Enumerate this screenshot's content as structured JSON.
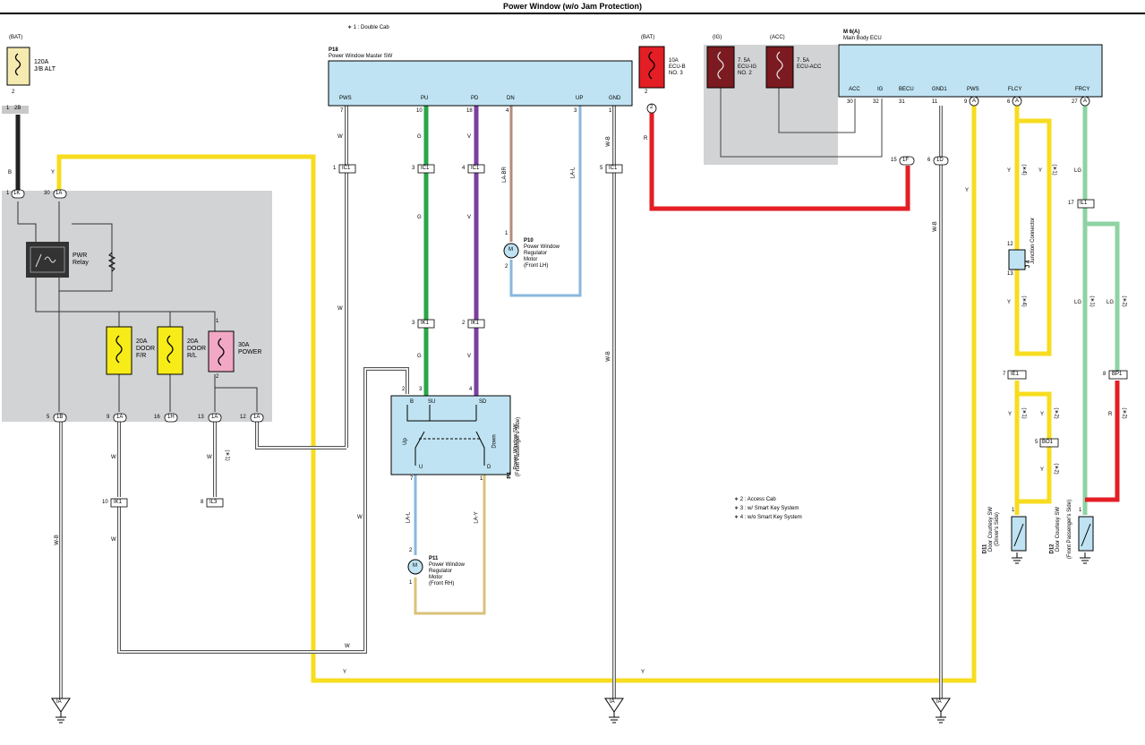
{
  "title": "Power Window (w/o Jam Protection)",
  "notes": {
    "n1": "∗ 1 : Double Cab",
    "n2": "∗ 2 : Access Cab",
    "n3": "∗ 3 : w/ Smart Key System",
    "n4": "∗ 4 : w/o Smart Key System"
  },
  "fuse_alt": {
    "source": "(BAT)",
    "l1": "120A",
    "l2": "J/B ALT",
    "pin": "2",
    "conn_pin": "1",
    "conn": "2B"
  },
  "relay": {
    "l1": "PWR",
    "l2": "Relay",
    "pin_l": "1",
    "conn_l": "1K",
    "pin_r": "30",
    "conn_r": "1A"
  },
  "jb_fuses": {
    "f1": {
      "l1": "20A",
      "l2": "DOOR",
      "l3": "F/R"
    },
    "f2": {
      "l1": "20A",
      "l2": "DOOR",
      "l3": "R/L"
    },
    "f3": {
      "l1": "30A",
      "l2": "POWER",
      "pin_top": "1",
      "pin_bot": "2"
    }
  },
  "jb_bottom": [
    {
      "pin": "5",
      "conn": "1B"
    },
    {
      "pin": "9",
      "conn": "1A"
    },
    {
      "pin": "16",
      "conn": "1H"
    },
    {
      "pin": "13",
      "conn": "1A"
    },
    {
      "pin": "12",
      "conn": "1A"
    }
  ],
  "master_sw": {
    "id": "P18",
    "name": "Power Window Master SW",
    "terms": [
      "PWS",
      "PU",
      "PD",
      "DN",
      "UP",
      "GND"
    ],
    "pins": [
      "7",
      "10",
      "18",
      "4",
      "3",
      "1"
    ]
  },
  "ic1": [
    {
      "pin": "1",
      "conn": "IC1"
    },
    {
      "pin": "3",
      "conn": "IC1"
    },
    {
      "pin": "4",
      "conn": "IC1"
    },
    {
      "pin": "5",
      "conn": "IC1"
    }
  ],
  "ik1": [
    {
      "pin": "3",
      "conn": "IK1"
    },
    {
      "pin": "2",
      "conn": "IK1"
    },
    {
      "pin": "10",
      "conn": "IK1"
    }
  ],
  "il3": {
    "pin": "8",
    "conn": "IL3"
  },
  "wire_colors": {
    "w": "W",
    "g": "G",
    "v": "V",
    "labr": "LA-BR",
    "lal": "LA-L",
    "wb": "W-B",
    "r": "R",
    "y": "Y",
    "lg": "LG",
    "lay": "LA-Y",
    "b": "B"
  },
  "motor_p10": {
    "id": "P10",
    "l1": "Power Window",
    "l2": "Regulator",
    "l3": "Motor",
    "l4": "(Front LH)",
    "m": "M",
    "pin_top": "1",
    "pin_bot": "2"
  },
  "motor_p11": {
    "id": "P11",
    "l1": "Power Window",
    "l2": "Regulator",
    "l3": "Motor",
    "l4": "(Front RH)",
    "m": "M",
    "pin_top": "2",
    "pin_bot": "1"
  },
  "pass_sw": {
    "id": "P4",
    "l1": "Power Window SW",
    "l2": "(Front Passenger's Side)",
    "terms": [
      "B",
      "SU",
      "SD",
      "U",
      "D"
    ],
    "up": "Up",
    "down": "Down",
    "pins": [
      "2",
      "3",
      "4",
      "7",
      "1"
    ]
  },
  "ecub_fuse": {
    "source": "(BAT)",
    "l1": "10A",
    "l2": "ECU-B",
    "l3": "NO. 3",
    "pin": "2",
    "conn": "2"
  },
  "ig_fuse": {
    "source": "(IG)",
    "l1": "7. 5A",
    "l2": "ECU-IG",
    "l3": "NO. 2"
  },
  "acc_fuse": {
    "source": "(ACC)",
    "l1": "7. 5A",
    "l2": "ECU-ACC"
  },
  "ecu": {
    "id": "M 6(A)",
    "name": "Main Body ECU",
    "terms": [
      "ACC",
      "IG",
      "BECU",
      "GND1",
      "PWS",
      "FLCY",
      "FRCY"
    ],
    "pins": [
      "30",
      "32",
      "31",
      "11",
      "9",
      "6",
      "27"
    ],
    "conn": "A"
  },
  "ecu_conn": {
    "becu_pin": "15",
    "becu_conn": "1F",
    "gnd_pin": "6",
    "gnd_conn": "1D"
  },
  "junction": {
    "id": "J 4",
    "name": "Junction Connector",
    "pin_top": "12",
    "pin_bot": "13"
  },
  "ie1": {
    "pin": "7",
    "conn": "IE1"
  },
  "bo1": {
    "pin": "5",
    "conn": "BO1"
  },
  "il1": {
    "pin": "17",
    "conn": "IL1"
  },
  "bp1": {
    "pin": "8",
    "conn": "BP1"
  },
  "variants": {
    "v1": "(∗1)",
    "v2": "(∗2)",
    "v4": "(∗4)"
  },
  "d11": {
    "id": "D11",
    "l1": "Door Courtesy SW",
    "l2": "(Driver's Side)",
    "pin": "1"
  },
  "d12": {
    "id": "D12",
    "l1": "Door Courtesy SW",
    "l2": "(Front Passenger's Side)",
    "pin": "1"
  },
  "grounds": [
    "IA",
    "IA",
    "IA"
  ],
  "colors": {
    "yellow": "#f7dc1f",
    "green": "#2aa548",
    "violet": "#7b3fa0",
    "red": "#e31e24",
    "lightgreen": "#8ed3a3",
    "lightblue": "#8ab7dd",
    "tan": "#d9c27a",
    "brown": "#b38a7c",
    "panel": "#d2d3d5",
    "ecu_fill": "#bfe3f2"
  }
}
